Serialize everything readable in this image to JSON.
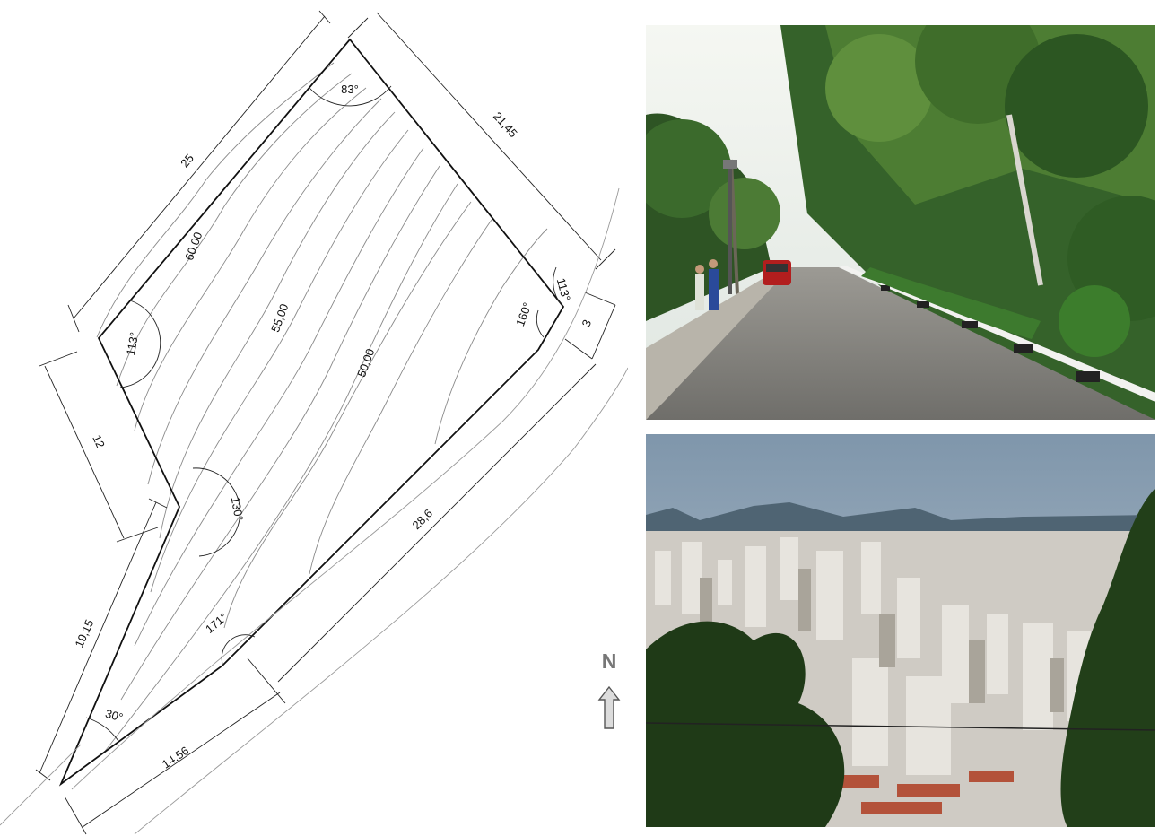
{
  "site_plan": {
    "dimensions": {
      "top_left": "25",
      "top_right": "21,45",
      "right": "3",
      "bottom_right": "28,6",
      "bottom": "14,56",
      "left_upper": "12",
      "left_lower": "19,15"
    },
    "angles": {
      "top": "83°",
      "right_upper": "113°",
      "right_lower": "160°",
      "left_upper": "113°",
      "left_middle": "130°",
      "bottom_middle": "171°",
      "bottom_left": "30°"
    },
    "contours": {
      "c60": "60,00",
      "c55": "55,00",
      "c50": "50,00"
    }
  },
  "compass": {
    "label": "N",
    "icon": "north-arrow-icon"
  },
  "photos": [
    {
      "name": "cobblestone-street-photo",
      "icon": "street-photo"
    },
    {
      "name": "city-bay-panorama-photo",
      "icon": "city-photo"
    }
  ],
  "colors": {
    "line": "#111111",
    "contour": "#8a8a8a",
    "foliage": "#2f5a22",
    "sky": "#9fb4c6",
    "sea": "#8fa7b4"
  }
}
